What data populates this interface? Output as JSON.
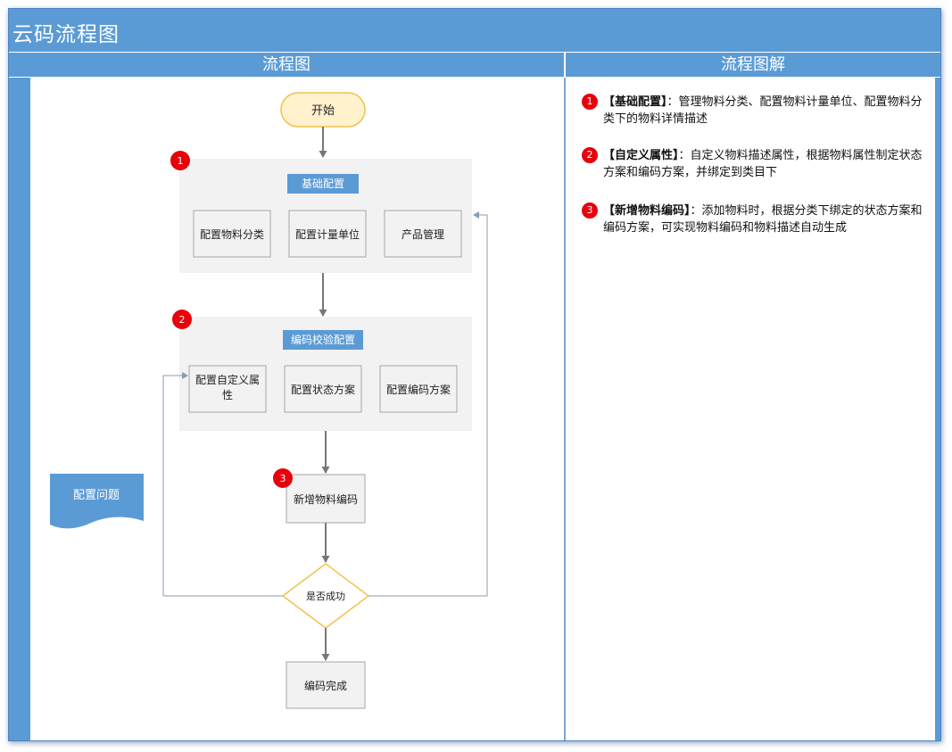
{
  "title": "云码流程图",
  "columns": {
    "left": "流程图",
    "right": "流程图解"
  },
  "flow": {
    "start": "开始",
    "group1": {
      "badge": "1",
      "title": "基础配置",
      "boxes": [
        "配置物料分类",
        "配置计量单位",
        "产品管理"
      ]
    },
    "group2": {
      "badge": "2",
      "title": "编码校验配置",
      "boxes": [
        "配置自定义属性",
        "配置状态方案",
        "配置编码方案"
      ]
    },
    "step3": {
      "badge": "3",
      "label": "新增物料编码"
    },
    "decision": "是否成功",
    "end": "编码完成",
    "side_doc": "配置问题"
  },
  "notes": [
    {
      "badge": "1",
      "head": "【基础配置】",
      "text": "：管理物料分类、配置物料计量单位、配置物料分类下的物料详情描述"
    },
    {
      "badge": "2",
      "head": "【自定义属性】",
      "text": "：自定义物料描述属性，根据物料属性制定状态方案和编码方案，并绑定到类目下"
    },
    {
      "badge": "3",
      "head": "【新增物料编码】",
      "text": "：添加物料时，根据分类下绑定的状态方案和编码方案，可实现物料编码和物料描述自动生成"
    }
  ],
  "colors": {
    "header": "#5b9bd5",
    "badge": "#e8000b",
    "start_fill": "#fff2cc",
    "decision_stroke": "#f0c24b"
  }
}
